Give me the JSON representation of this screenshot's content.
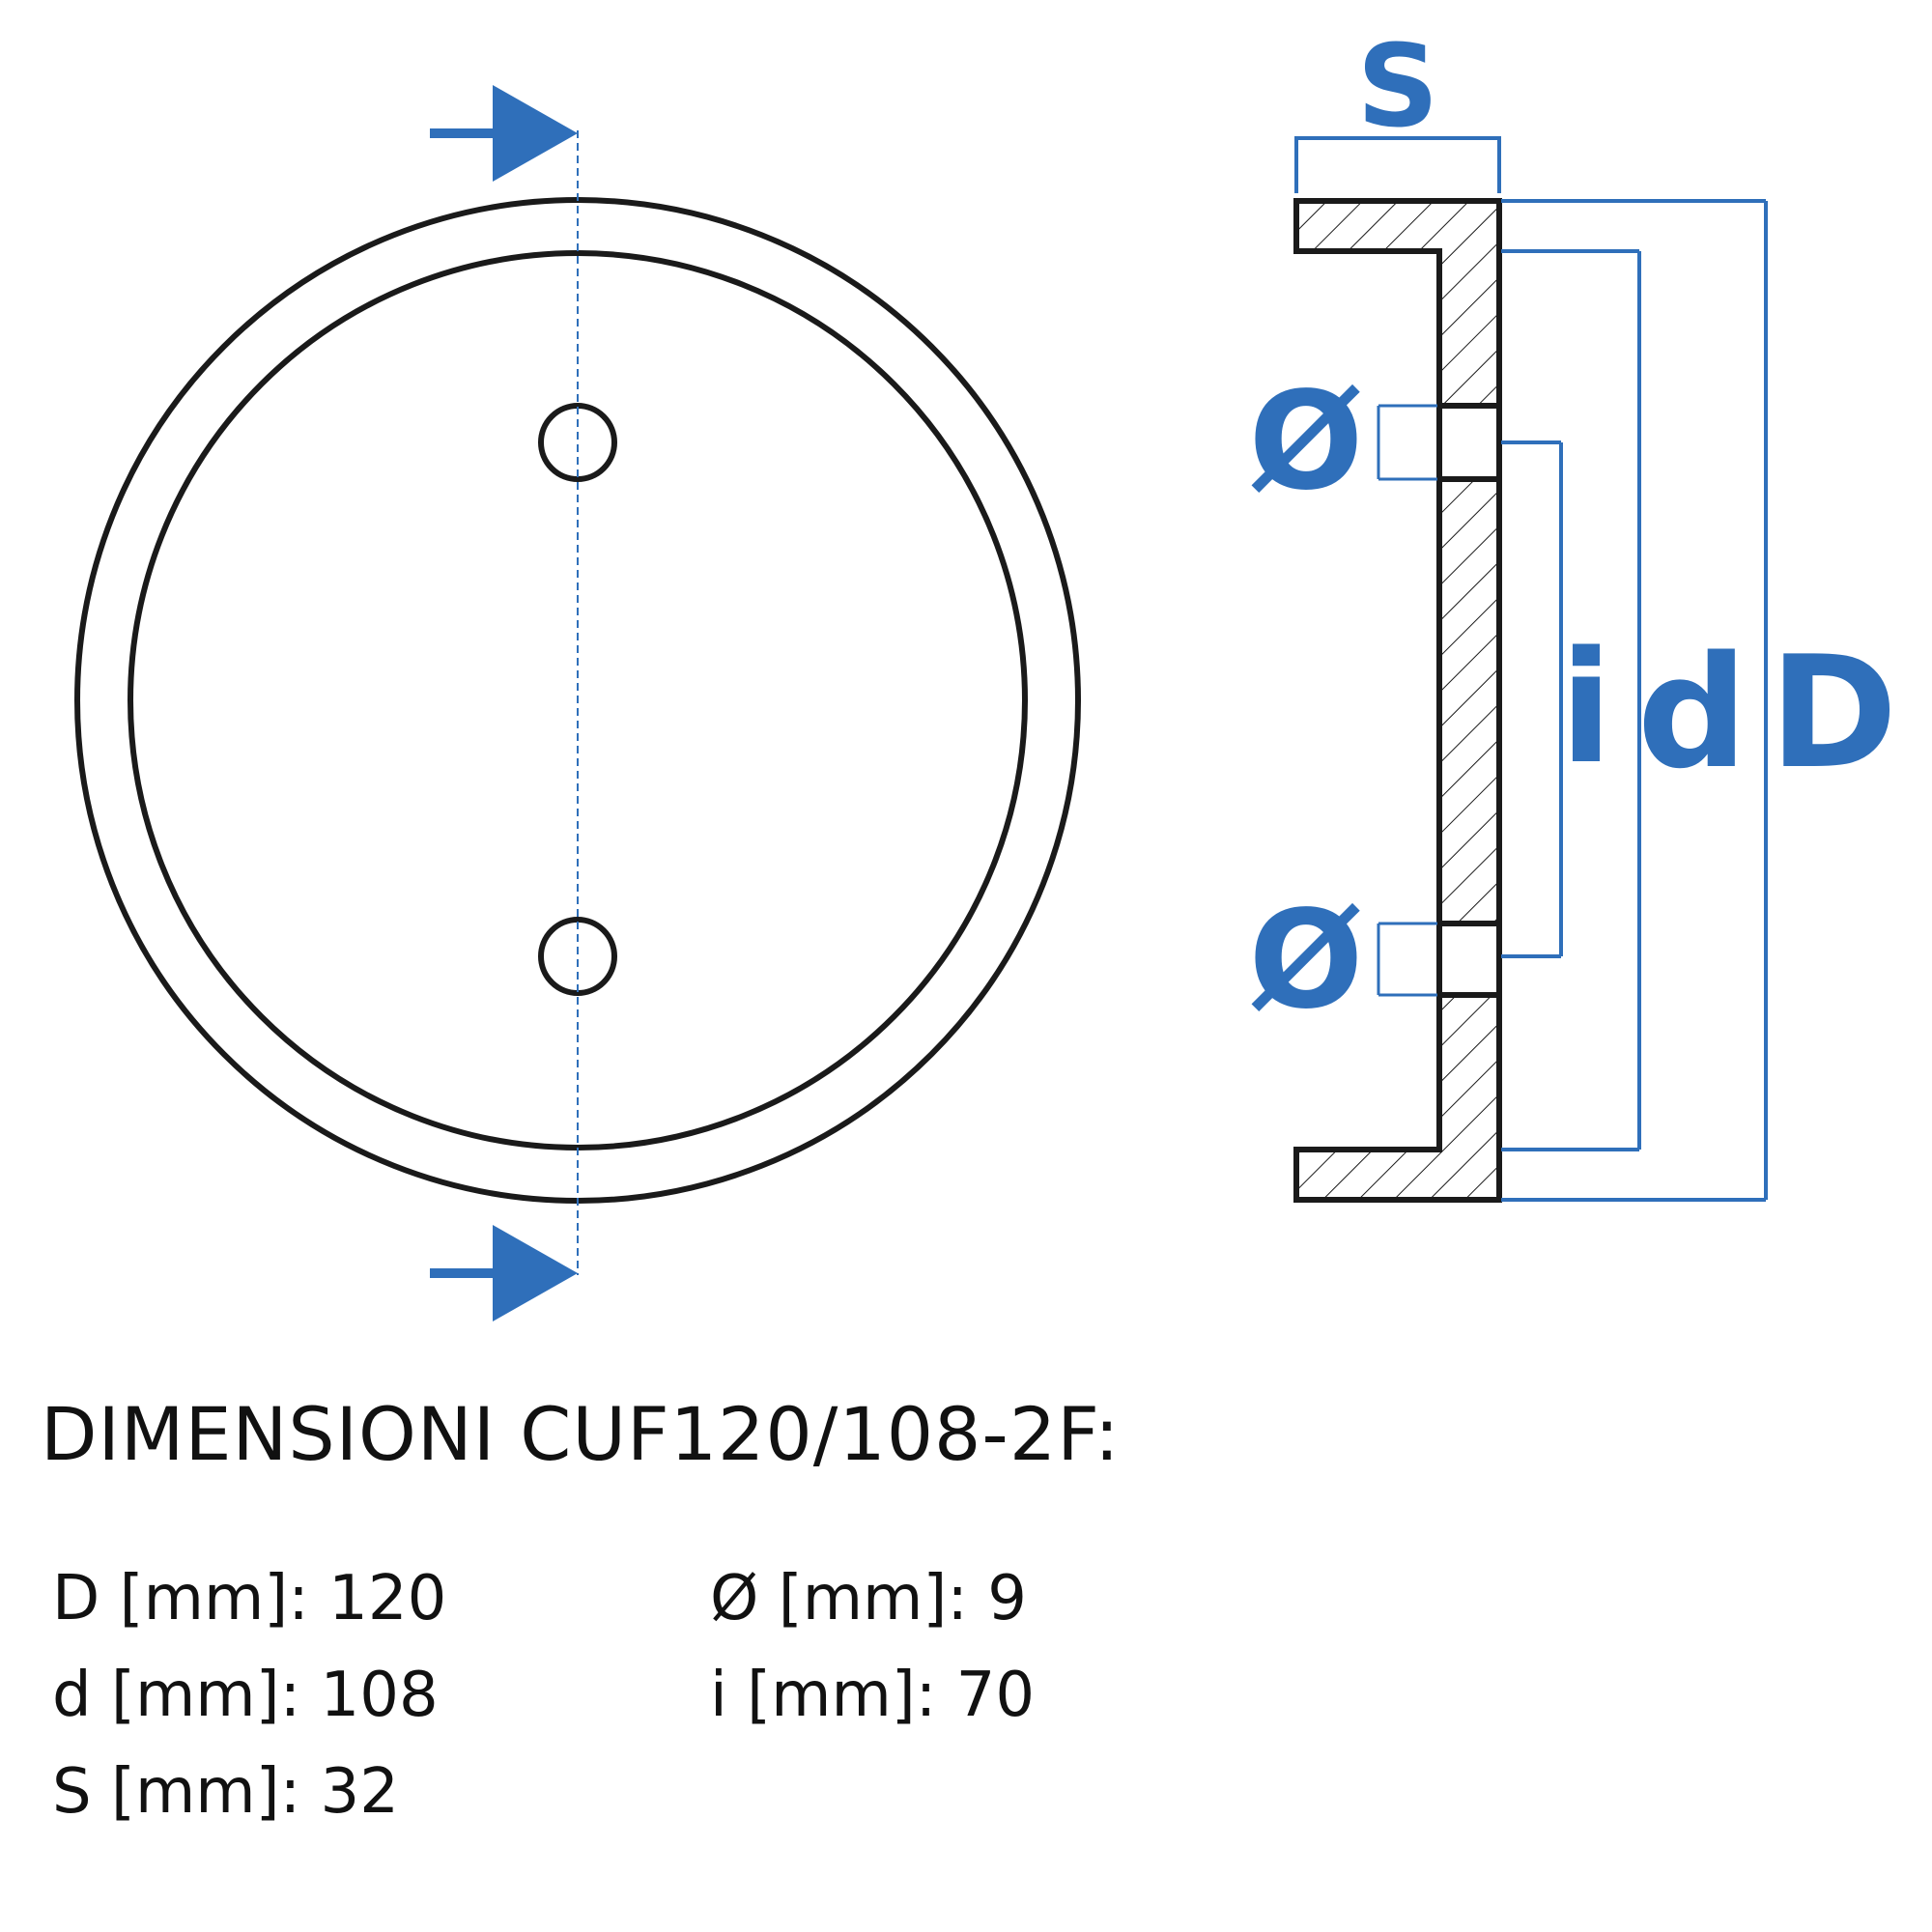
{
  "colors": {
    "accent": "#2f6fba",
    "line": "#1a1a1a",
    "background": "#ffffff"
  },
  "labels": {
    "s": "S",
    "i": "i",
    "d": "d",
    "D": "D",
    "diameter": "Ø"
  },
  "title": "DIMENSIONI CUF120/108-2F:",
  "specs": {
    "D": {
      "label": "D [mm]:",
      "value": "120"
    },
    "d": {
      "label": "d [mm]:",
      "value": "108"
    },
    "S": {
      "label": "S [mm]:",
      "value": "32"
    },
    "diameter": {
      "label": "Ø [mm]:",
      "value": "9"
    },
    "i": {
      "label": "i [mm]:",
      "value": "70"
    }
  }
}
